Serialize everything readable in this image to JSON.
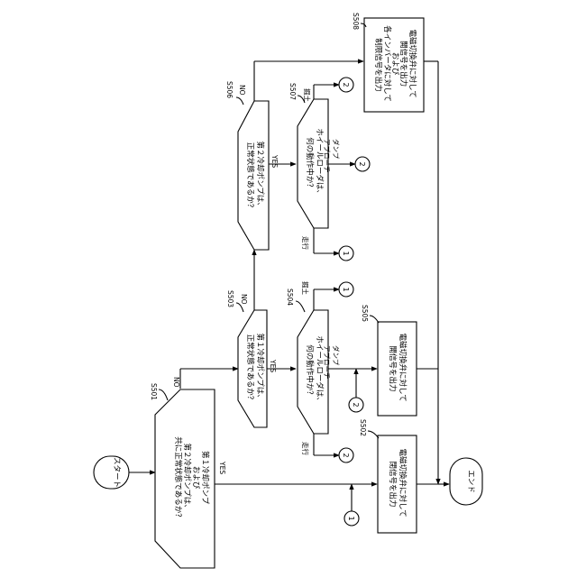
{
  "flowchart": {
    "start": "スタート",
    "end": "エンド",
    "yes": "YES",
    "no": "NO",
    "steps": {
      "s501": {
        "label": "S501",
        "lines": [
          "第１冷却ポンプ",
          "および",
          "第２冷却ポンプは、",
          "共に正常状態であるか？"
        ]
      },
      "s502": {
        "label": "S502",
        "lines": [
          "電磁切換弁に対して",
          "閉信号を出力"
        ]
      },
      "s503": {
        "label": "S503",
        "lines": [
          "第１冷却ポンプは、",
          "正常状態であるか？"
        ]
      },
      "s504": {
        "label": "S504",
        "lines": [
          "ホイールローダは、",
          "何の動作中か？"
        ]
      },
      "s505": {
        "label": "S505",
        "lines": [
          "電磁切換弁に対して",
          "開信号を出力"
        ]
      },
      "s506": {
        "label": "S506",
        "lines": [
          "第２冷却ポンプは、",
          "正常状態であるか？"
        ]
      },
      "s507": {
        "label": "S507",
        "lines": [
          "ホイールローダは、",
          "何の動作中か？"
        ]
      },
      "s508": {
        "label": "S508",
        "lines": [
          "電磁切換弁に対して",
          "開信号を出力",
          "および",
          "各インバータに対して",
          "制限信号を出力"
        ]
      }
    },
    "branches": {
      "travel": "走行",
      "excavate": "掘土",
      "dump_line1": "ダンプ",
      "dump_line2": "アプローチ"
    },
    "connectors": {
      "c1": "1",
      "c2": "2"
    }
  }
}
